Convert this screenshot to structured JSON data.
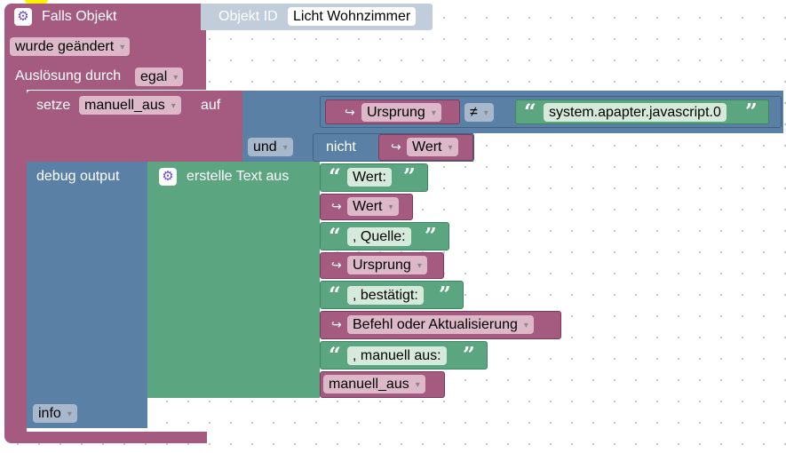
{
  "trigger": {
    "title": "Falls Objekt",
    "object_id_label": "Objekt ID",
    "object_id_value": "Licht Wohnzimmer",
    "condition": "wurde geändert",
    "trigger_label": "Auslösung durch",
    "trigger_value": "egal"
  },
  "set_block": {
    "label_set": "setze",
    "variable": "manuell_aus",
    "label_to": "auf",
    "left_field": "Ursprung",
    "operator": "≠",
    "right_text": "system.apapter.javascript.0",
    "and_label": "und",
    "not_label": "nicht",
    "not_field": "Wert"
  },
  "debug": {
    "label": "debug output",
    "info_level": "info",
    "create_text": "erstelle Text aus",
    "items": {
      "t1": "Wert:",
      "f1": "Wert",
      "t2": ", Quelle:",
      "f2": "Ursprung",
      "t3": ", bestätigt:",
      "f3": "Befehl oder Aktualisierung",
      "t4": ", manuell aus:",
      "var4": "manuell_aus"
    }
  },
  "icons": {
    "gear": "⚙",
    "return_arrow": "↪",
    "open_quote": "“",
    "close_quote": "”"
  },
  "colors": {
    "purple": "#a55b80",
    "blue": "#5b80a5",
    "green": "#5ba580",
    "object_block": "#c2cddb",
    "hat_marker": "#fff200"
  }
}
